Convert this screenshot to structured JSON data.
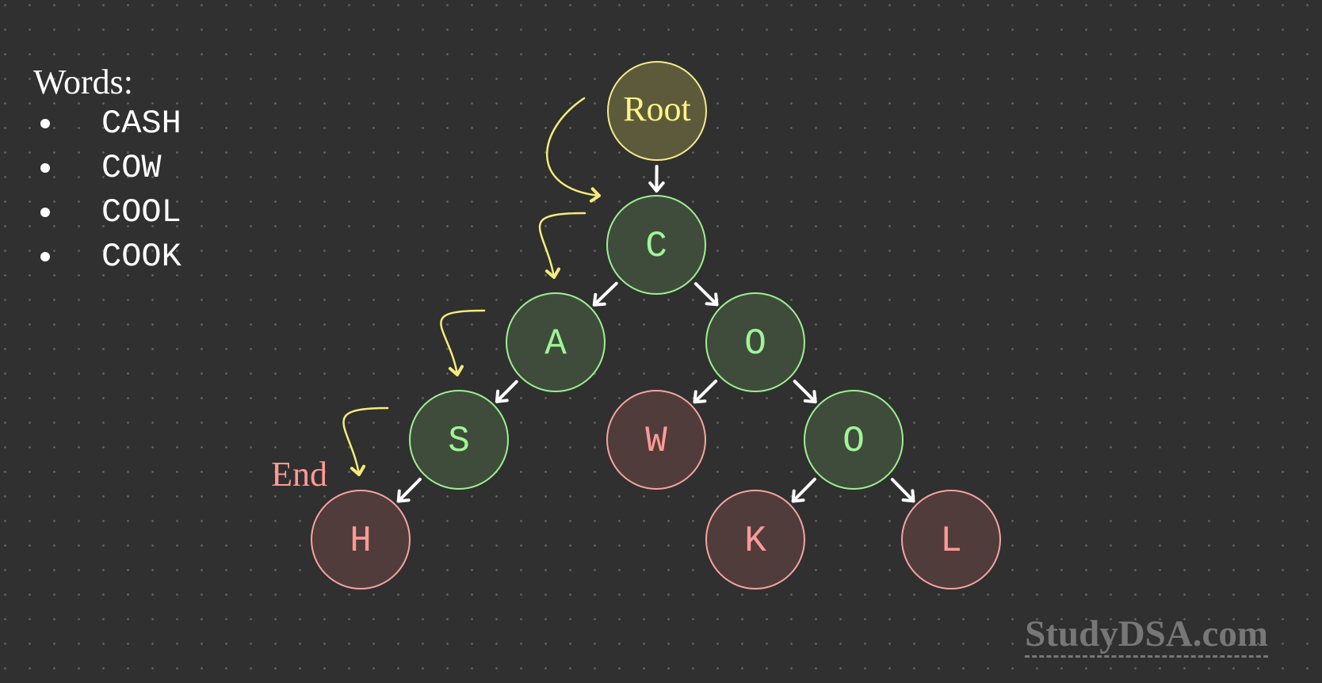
{
  "words_panel": {
    "title": "Words:",
    "words": [
      "CASH",
      "COW",
      "COOL",
      "COOK"
    ]
  },
  "trie": {
    "nodes": [
      {
        "id": "root",
        "label": "Root",
        "kind": "root",
        "parent": null
      },
      {
        "id": "c",
        "label": "C",
        "kind": "inner",
        "parent": "root"
      },
      {
        "id": "a",
        "label": "A",
        "kind": "inner",
        "parent": "c"
      },
      {
        "id": "o1",
        "label": "O",
        "kind": "inner",
        "parent": "c"
      },
      {
        "id": "s",
        "label": "S",
        "kind": "inner",
        "parent": "a"
      },
      {
        "id": "w",
        "label": "W",
        "kind": "end",
        "parent": "o1"
      },
      {
        "id": "o2",
        "label": "O",
        "kind": "inner",
        "parent": "o1"
      },
      {
        "id": "h",
        "label": "H",
        "kind": "end",
        "parent": "s"
      },
      {
        "id": "k",
        "label": "K",
        "kind": "end",
        "parent": "o2"
      },
      {
        "id": "l",
        "label": "L",
        "kind": "end",
        "parent": "o2"
      }
    ],
    "traversal_path": [
      "root",
      "c",
      "a",
      "s",
      "h"
    ],
    "end_label": "End"
  },
  "colors": {
    "background": "#303030",
    "root_stroke": "#f2ec8a",
    "root_fill": "#5d5a3c",
    "root_text": "#fdf682",
    "inner_stroke": "#9cf090",
    "inner_fill": "#404c3b",
    "inner_text": "#9ff597",
    "end_stroke": "#f5a4a0",
    "end_fill": "#513c3c",
    "end_text": "#ff9a96",
    "edge_arrow": "#ffffff",
    "path_arrow": "#f4ec7a"
  },
  "watermark": "StudyDSA.com"
}
